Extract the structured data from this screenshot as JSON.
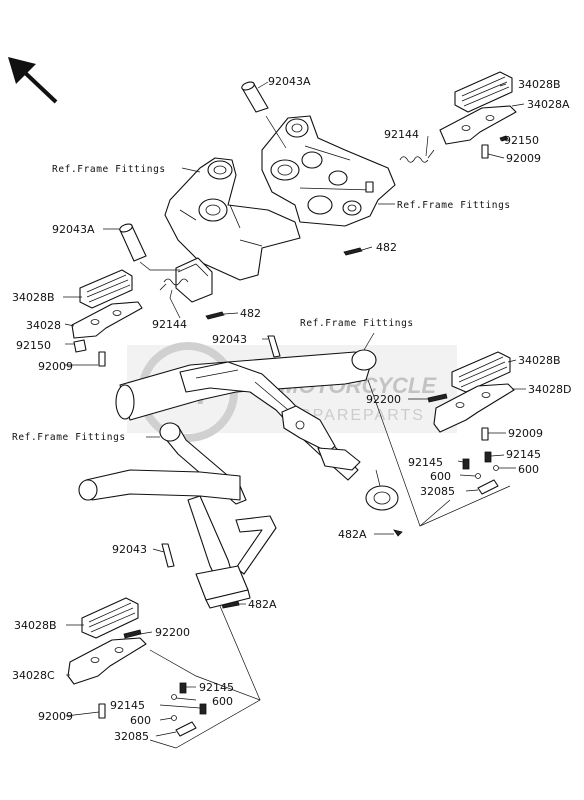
{
  "labels": {
    "p92043A_top": "92043A",
    "p34028B_tr": "34028B",
    "p34028A": "34028A",
    "p92144_tr": "92144",
    "p92150_tr": "92150",
    "p92009_tr": "92009",
    "ref_1": "Ref.Frame Fittings",
    "ref_2": "Ref.Frame Fittings",
    "ref_3": "Ref.Frame Fittings",
    "ref_4": "Ref.Frame Fittings",
    "p482_a": "482",
    "p92043A_left": "92043A",
    "p34028B_l": "34028B",
    "p92144_l": "92144",
    "p482_b": "482",
    "p34028": "34028",
    "p92150_l": "92150",
    "p92009_l": "92009",
    "p92043_mid": "92043",
    "p34028B_r2": "34028B",
    "p34028D": "34028D",
    "p92200_r": "92200",
    "p92009_r2": "92009",
    "p92145_r1": "92145",
    "p92145_r2": "92145",
    "p600_r1": "600",
    "p600_r2": "600",
    "p32085_r": "32085",
    "p482A_r": "482A",
    "p92043_low": "92043",
    "p482A_low": "482A",
    "p34028B_bl": "34028B",
    "p92200_bl": "92200",
    "p34028C": "34028C",
    "p92145_bl1": "92145",
    "p92145_bl2": "92145",
    "p600_bl1": "600",
    "p600_bl2": "600",
    "p92009_bl": "92009",
    "p32085_bl": "32085"
  },
  "watermark": {
    "brand": "MOTORCYCLE",
    "sub": "SPAREPARTS",
    "logo": "MSP"
  },
  "icons": {
    "orientation_arrow": "arrow-up-left-icon"
  }
}
